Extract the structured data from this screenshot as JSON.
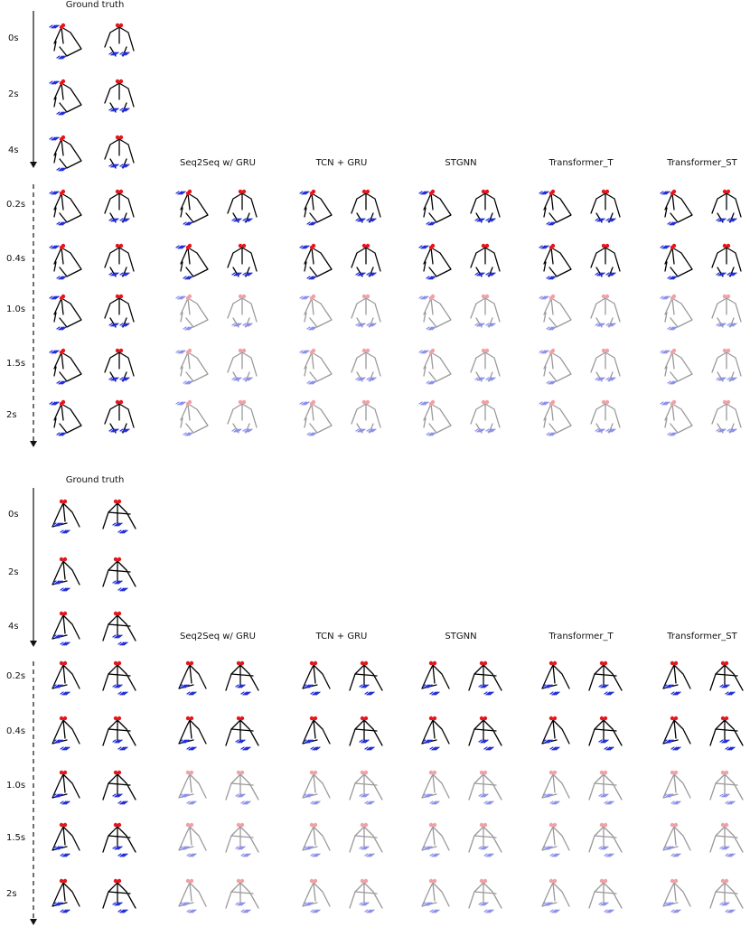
{
  "panels": [
    {
      "id": "top",
      "ground_truth_label": "Ground truth",
      "observed_times": [
        "0s",
        "2s",
        "4s"
      ],
      "predicted_times": [
        "0.2s",
        "0.4s",
        "1.0s",
        "1.5s",
        "2s"
      ],
      "methods": [
        "Seq2Seq w/ GRU",
        "TCN + GRU",
        "STGNN",
        "Transformer_T",
        "Transformer_ST"
      ]
    },
    {
      "id": "bottom",
      "ground_truth_label": "Ground truth",
      "observed_times": [
        "0s",
        "2s",
        "4s"
      ],
      "predicted_times": [
        "0.2s",
        "0.4s",
        "1.0s",
        "1.5s",
        "2s"
      ],
      "methods": [
        "Seq2Seq w/ GRU",
        "TCN + GRU",
        "STGNN",
        "Transformer_T",
        "Transformer_ST"
      ]
    }
  ],
  "colors": {
    "skeleton": "#000000",
    "head_joints": "#e8141b",
    "hand_joints": "#1f2bd6",
    "faded_skeleton": "#9a9a9a",
    "faded_head": "#f2a0a4",
    "faded_hand": "#8b90e8"
  }
}
